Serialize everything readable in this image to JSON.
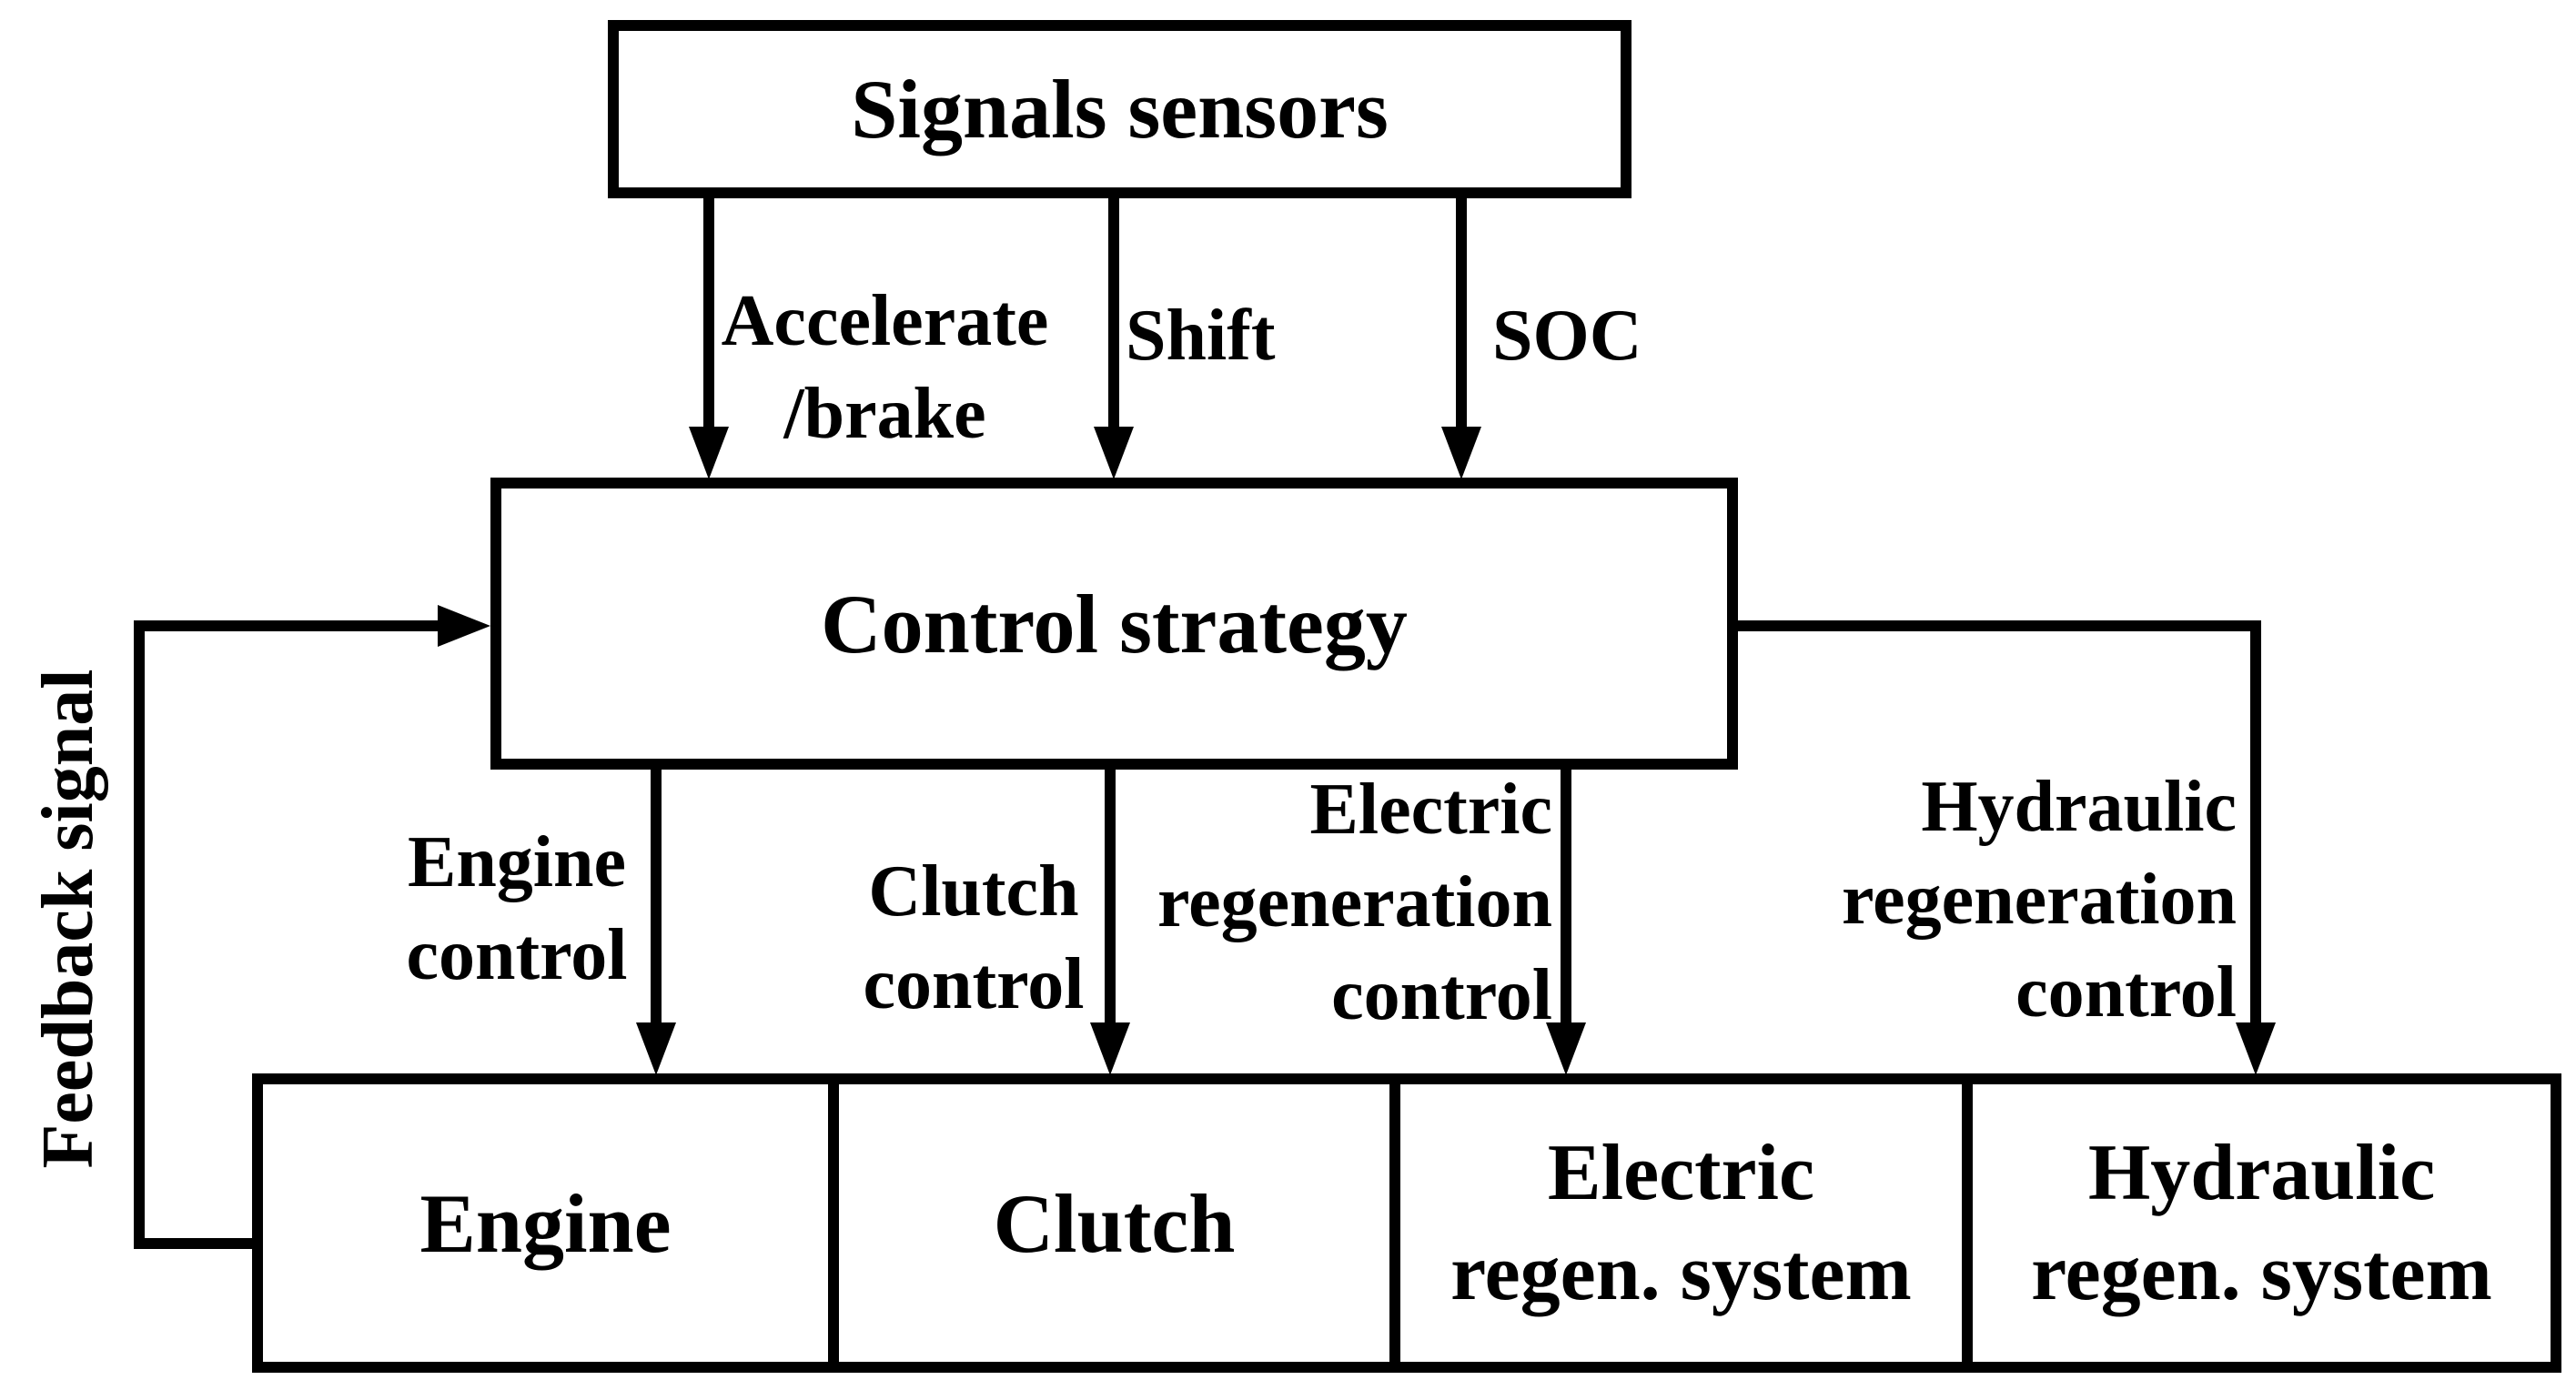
{
  "diagram": {
    "boxes": {
      "signals": "Signals sensors",
      "control": "Control strategy",
      "engine": "Engine",
      "clutch": "Clutch",
      "electric_line1": "Electric",
      "electric_line2": "regen. system",
      "hydraulic_line1": "Hydraulic",
      "hydraulic_line2": "regen. system"
    },
    "labels": {
      "accelerate_line1": "Accelerate",
      "accelerate_line2": "/brake",
      "shift": "Shift",
      "soc": "SOC",
      "engine_line1": "Engine",
      "engine_line2": "control",
      "clutch_line1": "Clutch",
      "clutch_line2": "control",
      "electric_line1": "Electric",
      "electric_line2": "regeneration",
      "electric_line3": "control",
      "hydraulic_line1": "Hydraulic",
      "hydraulic_line2": "regeneration",
      "hydraulic_line3": "control",
      "feedback": "Feedback signal"
    },
    "colors": {
      "ink": "#000000",
      "paper": "#ffffff"
    }
  }
}
